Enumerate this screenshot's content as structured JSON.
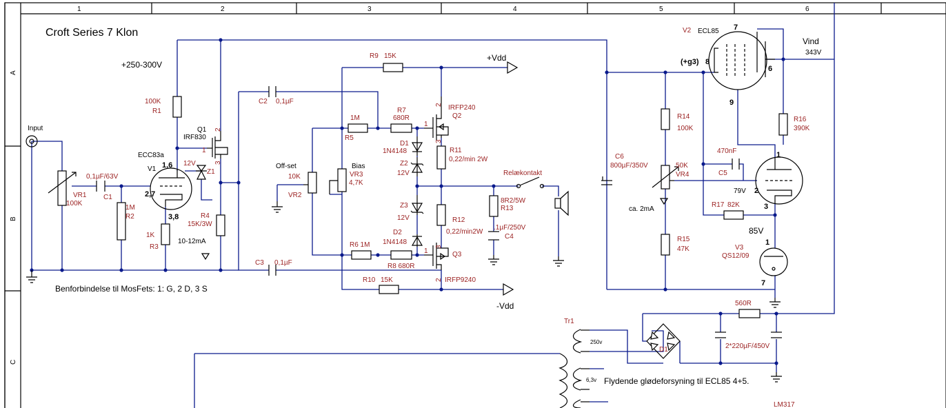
{
  "title": "Croft Series 7 Klon",
  "frame": {
    "columns": [
      "1",
      "2",
      "3",
      "4",
      "5",
      "6"
    ],
    "rows": [
      "A",
      "B",
      "C"
    ]
  },
  "labels": {
    "supply_hv": "+250-300V",
    "input": "Input",
    "vr1": "VR1",
    "vr1_val": "100K",
    "c1_val": "0,1µF/63V",
    "c1": "C1",
    "r2_val": "1M",
    "r2": "R2",
    "r1_val": "100K",
    "r1": "R1",
    "q1": "Q1",
    "q1_type": "IRF830",
    "ecc": "ECC83a",
    "v1": "V1",
    "pin16": "1,6",
    "pin27": "2,7",
    "pin38": "3,8",
    "z1_v": "12V",
    "z1": "Z1",
    "r3_val": "1K",
    "r3": "R3",
    "r4": "R4",
    "r4_val": "15K/3W",
    "cur1": "10-12mA",
    "pinout": "Benforbindelse til MosFets: 1: G, 2 D, 3 S",
    "c2": "C2",
    "c2_val": "0,1µF",
    "c3": "C3",
    "c3_val": "0,1µF",
    "offset": "Off-set",
    "vr2_val": "10K",
    "vr2": "VR2",
    "bias": "Bias",
    "vr3": "VR3",
    "vr3_val": "4,7K",
    "r5_val": "1M",
    "r5": "R5",
    "r6": "R6 1M",
    "r7": "R7",
    "r7_val": "680R",
    "r8": "R8 680R",
    "r9": "R9",
    "r9_val": "15K",
    "r10": "R10",
    "r10_val": "15K",
    "d1": "D1",
    "d1_type": "1N4148",
    "d2": "D2",
    "d2_type": "1N4148",
    "z2": "Z2",
    "z2_v": "12V",
    "z3": "Z3",
    "z3_v": "12V",
    "q2_type": "IRFP240",
    "q2": "Q2",
    "q3": "Q3",
    "q3_type": "IRFP9240",
    "r11": "R11",
    "r11_val": "0,22/min 2W",
    "r12": "R12",
    "r12_val": "0,22/min2W",
    "vdd_pos": "+Vdd",
    "vdd_neg": "-Vdd",
    "relay": "Relækontakt",
    "r13_val": "8R2/5W",
    "r13": "R13",
    "c4_val": ".1µF/250V",
    "c4": "C4",
    "c6": "C6",
    "c6_val": "800µF/350V",
    "r14": "R14",
    "r14_val": "100K",
    "vr4_val": "50K",
    "vr4": "VR4",
    "ca": "ca. 2mA",
    "r15": "R15",
    "r15_val": "47K",
    "v2": "V2",
    "ecl": "ECL85",
    "g3": "(+g3)",
    "p7": "7",
    "p8": "8",
    "p6": "6",
    "p9": "9",
    "vind": "Vind",
    "v343": "343V",
    "r16": "R16",
    "r16_val": "390K",
    "c5_val": "470nF",
    "c5": "C5",
    "v79": "79V",
    "p1": "1",
    "p2": "2",
    "p3": "3",
    "r17": "R17",
    "r17_val": "82K",
    "v85": "85V",
    "v3": "V3",
    "qs": "QS12/09",
    "v3p1": "1",
    "v3p7": "7",
    "r560": "560R",
    "tr1": "Tr1",
    "v250": "250v",
    "v63": "6,3v",
    "d1b": "D1",
    "c220": "2*220µF/450V",
    "heater": "Flydende glødeforsyning til ECL85 4+5.",
    "lm317": "LM317",
    "q1p1": "1",
    "q1p2": "2",
    "q1p3": "3",
    "q2p1": "1",
    "q2p2": "2",
    "q2p3": "3",
    "q3p1": "1",
    "q3p2": "2",
    "q3p3": "3"
  }
}
